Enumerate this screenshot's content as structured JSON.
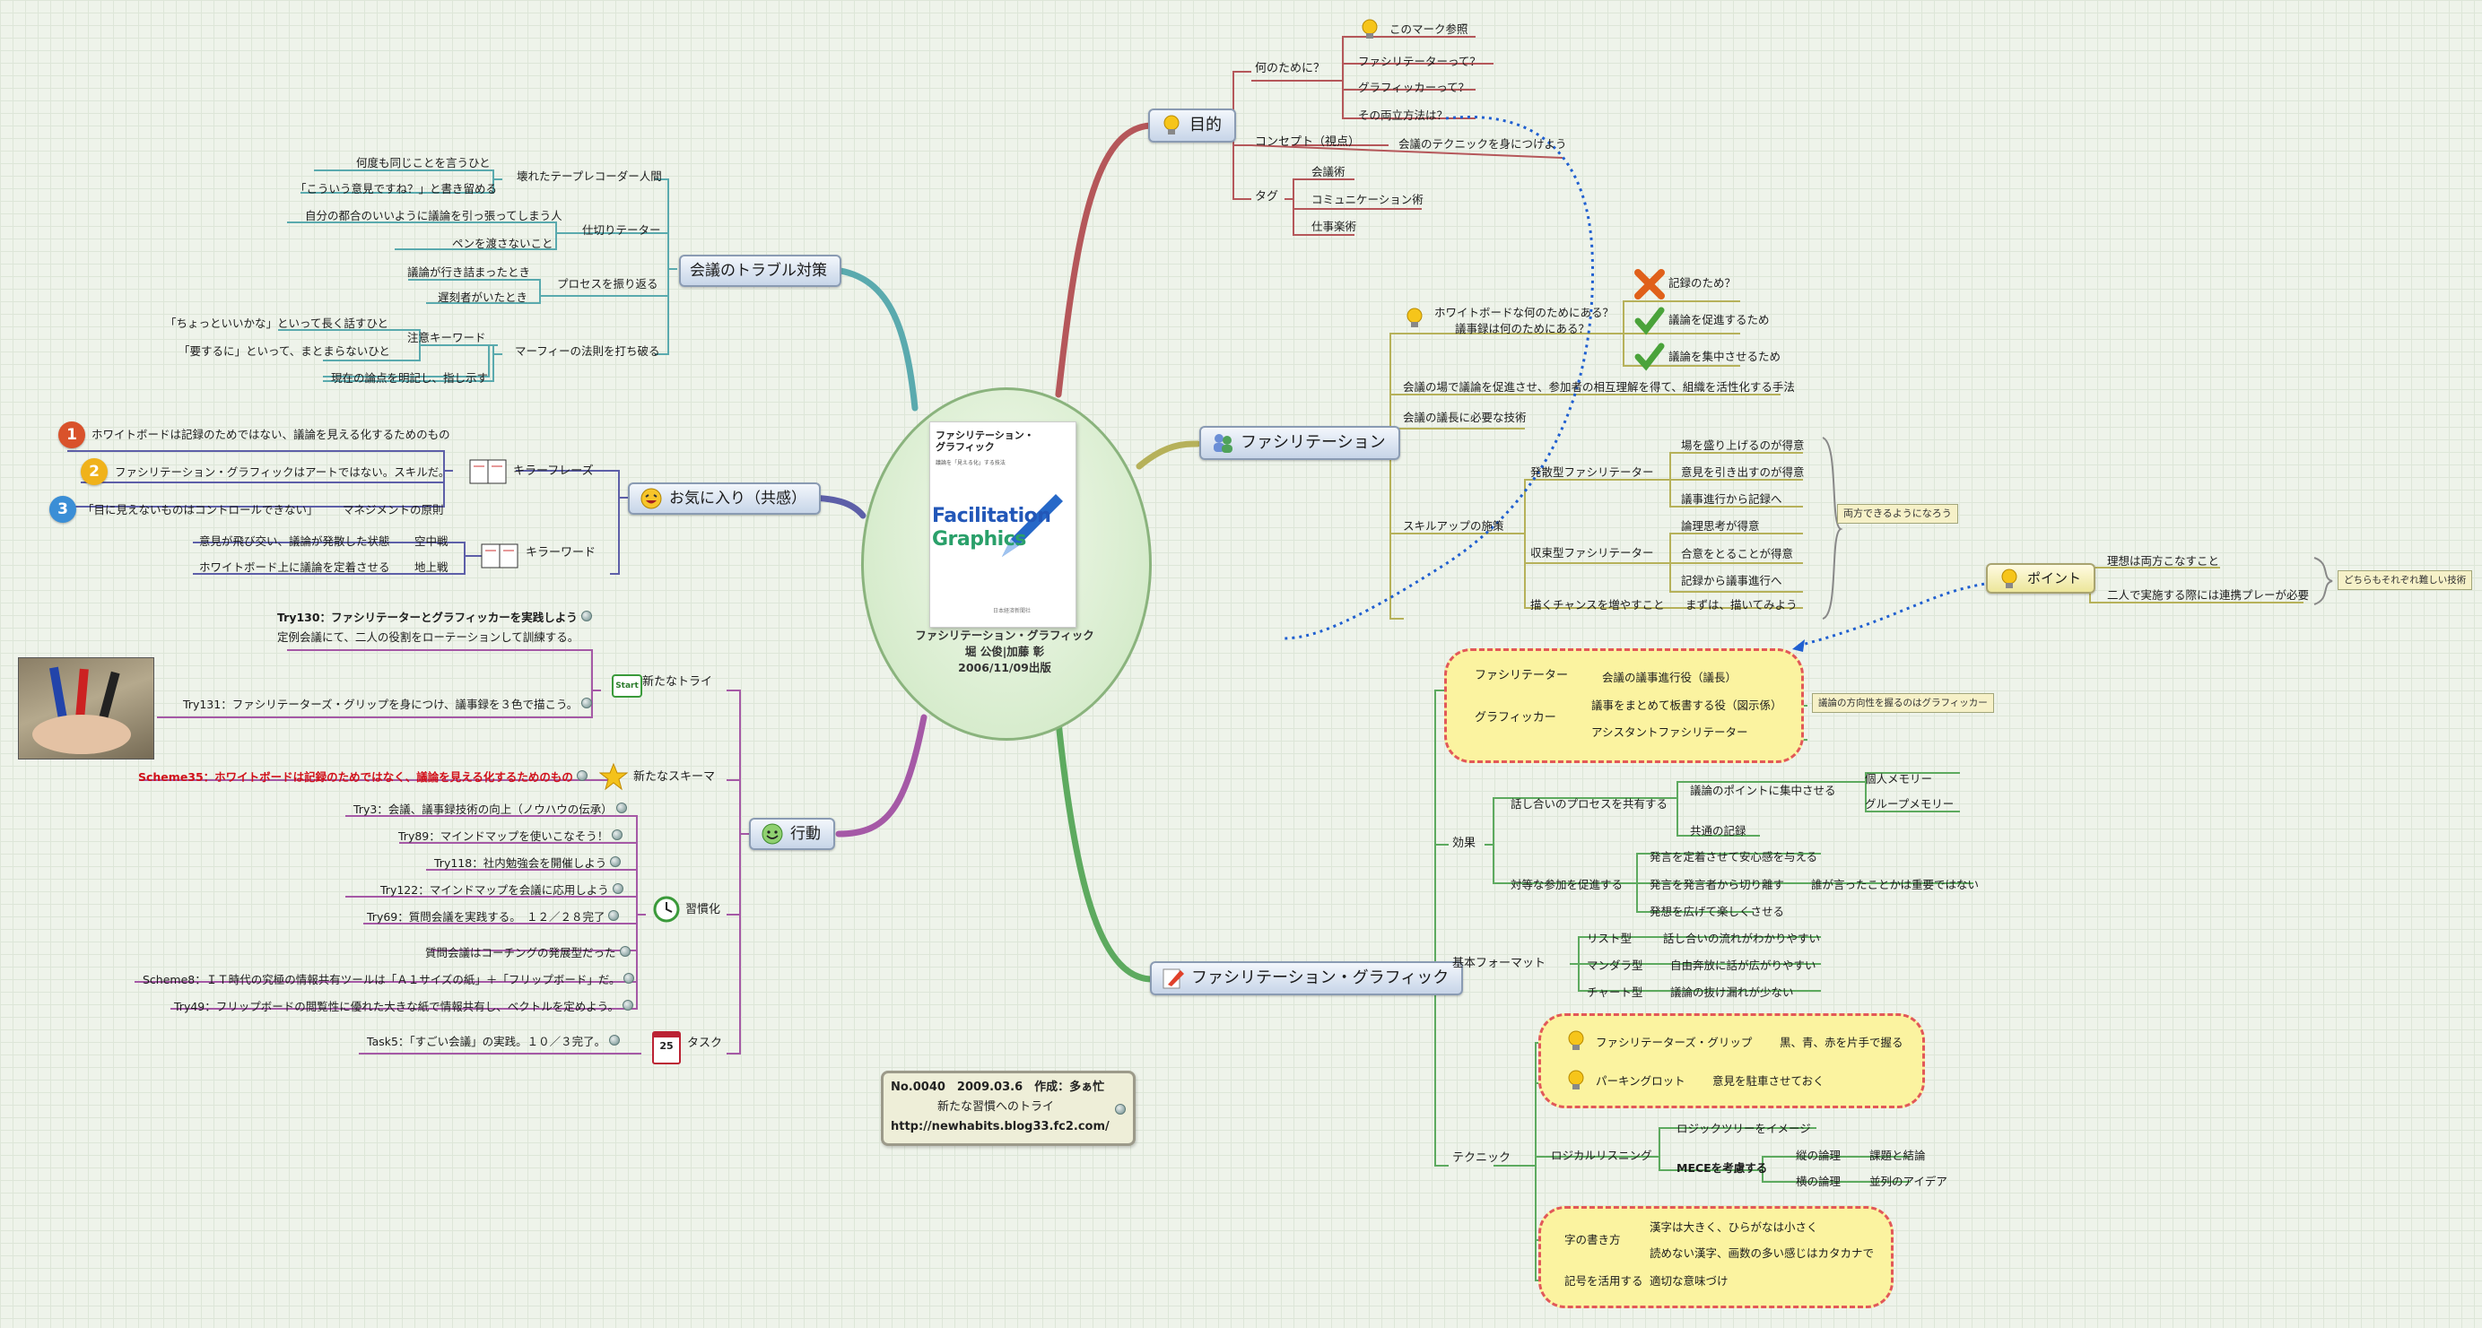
{
  "center": {
    "book_title": "ファシリテーション・\nグラフィック",
    "book_sub": "議論を「見える化」する技法",
    "book_fg1": "Facilitation",
    "book_fg2": "Graphics",
    "book_publisher": "日本経済新聞社",
    "line1": "ファシリテーション・グラフィック",
    "line2": "堀 公俊|加藤 彰",
    "line3": "2006/11/09出版"
  },
  "mokuteki": {
    "title": "目的",
    "naninotame": "何のために？",
    "kono_mark": "このマーク参照",
    "fac_tte": "ファシリテーターって？",
    "gra_tte": "グラフィッカーって？",
    "ryoritsu": "その両立方法は？",
    "concept": "コンセプト（視点）",
    "concept_val": "会議のテクニックを身につけよう",
    "tag": "タグ",
    "tags": [
      "会議術",
      "コミュニケーション術",
      "仕事楽術"
    ]
  },
  "facilitation": {
    "title": "ファシリテーション",
    "q1": "ホワイトボードな何のためにある？",
    "q2": "議事録は何のためにある？",
    "kiroku": "記録のため？",
    "sokushin": "議論を促進するため",
    "shuchu": "議論を集中させるため",
    "def": "会議の場で議論を促進させ、参加者の相互理解を得て、組織を活性化する手法",
    "gicho": "会議の議長に必要な技術",
    "skillup": "スキルアップの施策",
    "hassan": "発散型ファシリテーター",
    "hassan_items": [
      "場を盛り上げるのが得意",
      "意見を引き出すのが得意",
      "議事進行から記録へ"
    ],
    "shusoku": "収束型ファシリテーター",
    "shusoku_items": [
      "論理思考が得意",
      "合意をとることが得意",
      "記録から議事進行へ"
    ],
    "ryoho": "両方できるようになろう",
    "kaku": "描くチャンスを増やすこと",
    "mazu": "まずは、描いてみよう"
  },
  "point": {
    "title": "ポイント",
    "l1": "理想は両方こなすこと",
    "l2": "二人で実施する際には連携プレーが必要",
    "note": "どちらもそれぞれ難しい技術"
  },
  "graphic": {
    "title": "ファシリテーション・グラフィック",
    "fac": "ファシリテーター",
    "fac_val": "会議の議事進行役（議長）",
    "gra": "グラフィッカー",
    "gra_val1": "議事をまとめて板書する役（図示係）",
    "gra_val2": "アシスタントファシリテーター",
    "gra_note": "議論の方向性を握るのはグラフィッカー",
    "koka": "効果",
    "process": "話し合いのプロセスを共有する",
    "point_shuchu": "議論のポイントに集中させる",
    "kojin": "個人メモリー",
    "group": "グループメモリー",
    "kyotsu": "共通の記録",
    "taito": "対等な参加を促進する",
    "teichaku": "発言を定着させて安心感を与える",
    "hikihanasu": "発言を発言者から切り離す",
    "dare": "誰が言ったことかは重要ではない",
    "hiroge": "発想を広げて楽しくさせる",
    "kihon": "基本フォーマット",
    "list": "リスト型",
    "list_v": "話し合いの流れがわかりやすい",
    "mandara": "マンダラ型",
    "mandara_v": "自由奔放に話が広がりやすい",
    "chart": "チャート型",
    "chart_v": "議論の抜け漏れが少ない",
    "technic": "テクニック",
    "grip": "ファシリテーターズ・グリップ",
    "grip_v": "黒、青、赤を片手で握る",
    "parking": "パーキングロット",
    "parking_v": "意見を駐車させておく",
    "logical": "ロジカルリスニング",
    "tree": "ロジックツリーをイメージ",
    "mece": "MECEを考慮する",
    "tate": "縦の論理",
    "tate_v": "課題と結論",
    "yoko": "横の論理",
    "yoko_v": "並列のアイデア",
    "ji": "字の書き方",
    "ji1": "漢字は大きく、ひらがなは小さく",
    "ji2": "読めない漢字、画数の多い感じはカタカナで",
    "kigo": "記号を活用する",
    "kigo_v": "適切な意味づけ"
  },
  "trouble": {
    "title": "会議のトラブル対策",
    "g1": "壊れたテープレコーダー人間",
    "g1_items": [
      "何度も同じことを言うひと",
      "「こういう意見ですね？」と書き留める"
    ],
    "g2": "仕切りテーター",
    "g2_items": [
      "自分の都合のいいように議論を引っ張ってしまう人",
      "ペンを渡さないこと"
    ],
    "g3": "プロセスを振り返る",
    "g3_items": [
      "議論が行き詰まったとき",
      "遅刻者がいたとき"
    ],
    "g4": "マーフィーの法則を打ち破る",
    "chui": "注意キーワード",
    "chui_items": [
      "「ちょっといいかな」といって長く話すひと",
      "「要するに」といって、まとまらないひと"
    ],
    "genzai": "現在の論点を明記し、指し示す"
  },
  "okiniiri": {
    "title": "お気に入り（共感）",
    "n1": "1",
    "n2": "2",
    "n3": "3",
    "p1": "ホワイトボードは記録のためではない、議論を見える化するためのもの",
    "p2": "ファシリテーション・グラフィックはアートではない。スキルだ。",
    "p3": "「目に見えないものはコントロールできない」",
    "management": "マネジメントの原則",
    "killer_phrase": "キラーフレーズ",
    "killer_word": "キラーワード",
    "w1": "意見が飛び交い、議論が発散した状態",
    "w1_v": "空中戦",
    "w2": "ホワイトボード上に議論を定着させる",
    "w2_v": "地上戦"
  },
  "kodo": {
    "title": "行動",
    "try": "新たなトライ",
    "try_badge": "Start",
    "try130": "Try130：ファシリテーターとグラフィッカーを実践しよう",
    "try130_b": "定例会議にて、二人の役割をローテーションして訓練する。",
    "try131": "Try131：ファシリテーターズ・グリップを身につけ、議事録を３色で描こう。",
    "schema": "新たなスキーマ",
    "scheme35": "Scheme35：ホワイトボードは記録のためではなく、議論を見える化するためのもの",
    "shukan": "習慣化",
    "habits": [
      "Try3：会議、議事録技術の向上（ノウハウの伝承）",
      "Try89：マインドマップを使いこなそう！",
      "Try118：社内勉強会を開催しよう",
      "Try122：マインドマップを会議に応用しよう",
      "Try69：質問会議を実践する。　１２／２８完了",
      "質問会議はコーチングの発展型だった",
      "Scheme8：ＩＴ時代の究極の情報共有ツールは「Ａ１サイズの紙」＋「フリップボード」だ。",
      "Try49：フリップボードの閲覧性に優れた大きな紙で情報共有し、ベクトルを定めよう。"
    ],
    "task": "タスク",
    "task_badge": "25",
    "task5": "Task5：「すごい会議」の実践。１０／３完了。"
  },
  "footer": {
    "line1": "No.0040　2009.03.6　作成：多ぁ忙",
    "line2": "新たな習慣へのトライ",
    "line3": "http://newhabits.blog33.fc2.com/"
  },
  "colors": {
    "mokuteki": "#b5575a",
    "facilitation": "#b6b15a",
    "graphic": "#5daa5f",
    "trouble": "#5aaaae",
    "okiniiri": "#5d5fa8",
    "kodo": "#a559a6",
    "link": "#1f5fd0"
  }
}
